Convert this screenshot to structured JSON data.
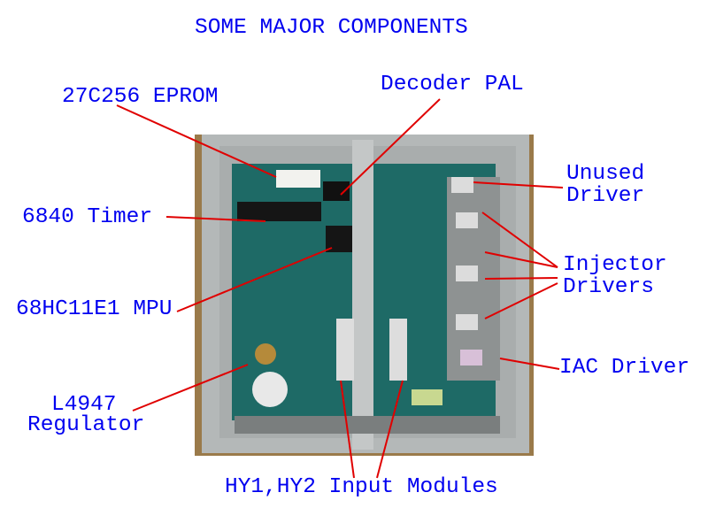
{
  "title": "SOME MAJOR COMPONENTS",
  "labels": {
    "eprom": "27C256 EPROM",
    "decoder": "Decoder PAL",
    "timer": "6840 Timer",
    "mpu": "68HC11E1 MPU",
    "regulator_1": "L4947",
    "regulator_2": "Regulator",
    "unused_1": "Unused",
    "unused_2": "Driver",
    "injector_1": "Injector",
    "injector_2": "Drivers",
    "iac": "IAC Driver",
    "input_modules": "HY1,HY2 Input Modules"
  },
  "colors": {
    "label": "#0000f0",
    "leader": "#e00000",
    "board": "#1f6f6a",
    "casing": "#b9bcbc",
    "wood": "#a07a45"
  }
}
